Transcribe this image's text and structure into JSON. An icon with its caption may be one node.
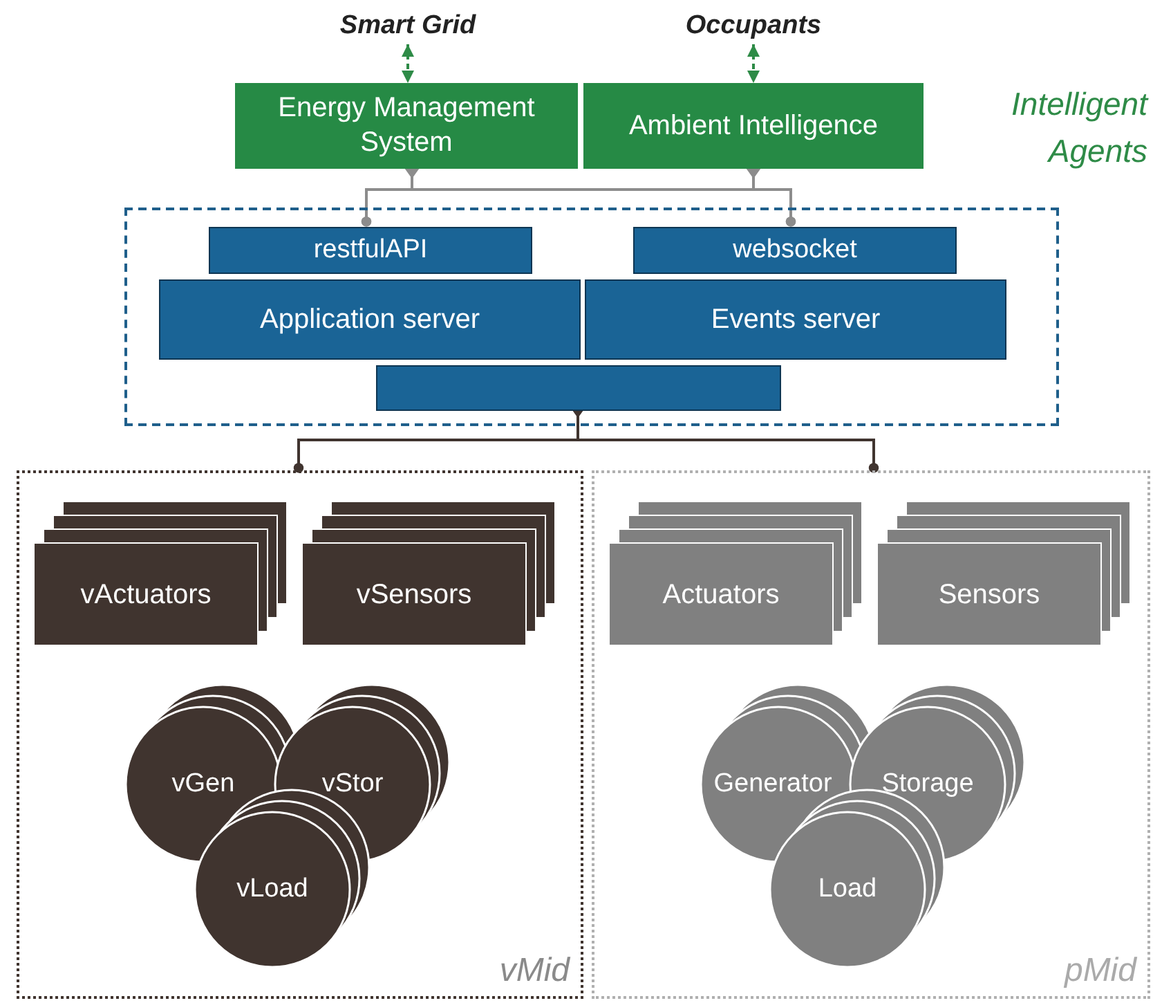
{
  "diagram": {
    "nodes": [
      {
        "text": [
          "Smart Grid"
        ]
      },
      {
        "text": [
          "Occupants"
        ]
      },
      {
        "text": [
          "Energy Management System"
        ]
      },
      {
        "text": [
          "Ambient Intelligence"
        ]
      },
      {
        "text": [],
        "shape": "box"
      },
      {
        "text": [
          "restfulAPI"
        ],
        "in": 4
      },
      {
        "text": [
          "websocket"
        ],
        "in": 4
      },
      {
        "text": [
          "Application server"
        ],
        "in": 4
      },
      {
        "text": [
          "Events server"
        ],
        "in": 4
      },
      {
        "text": [],
        "shape": "box",
        "in": 4
      },
      {
        "text": [
          "vMid"
        ]
      },
      {
        "text": [
          "vActuators"
        ],
        "in": 10
      },
      {
        "text": [
          "vSensors"
        ],
        "in": 10
      },
      {
        "text": [
          "vGen"
        ],
        "in": 10
      },
      {
        "text": [
          "vStor"
        ],
        "in": 10
      },
      {
        "text": [
          "vLoad"
        ],
        "in": 10
      },
      {
        "text": [
          "pMid"
        ]
      },
      {
        "text": [
          "Actuators"
        ],
        "in": 16
      },
      {
        "text": [
          "Sensors"
        ],
        "in": 16
      },
      {
        "text": [
          "Generator"
        ],
        "in": 16
      },
      {
        "text": [
          "Storage"
        ],
        "in": 16
      },
      {
        "text": [
          "Load"
        ],
        "in": 16
      }
    ],
    "edges": [
      {
        "from": 0,
        "to": 2,
        "arrow": "both",
        "style": "dashed",
        "color": "#2e8b47"
      },
      {
        "from": 1,
        "to": 3,
        "arrow": "both",
        "style": "dashed",
        "color": "#2e8b47"
      },
      {
        "from": 2,
        "to": 5,
        "arrow": "other"
      },
      {
        "from": 2,
        "to": 6,
        "arrow": "other"
      },
      {
        "from": 3,
        "to": 5,
        "arrow": "other"
      },
      {
        "from": 3,
        "to": 6,
        "arrow": "other"
      },
      {
        "from": 9,
        "to": 10,
        "arrow": "other",
        "color": "#40342f"
      },
      {
        "from": 9,
        "to": 16,
        "arrow": "other",
        "color": "#40342f"
      }
    ],
    "labels": [
      "Intelligent Agents"
    ]
  }
}
